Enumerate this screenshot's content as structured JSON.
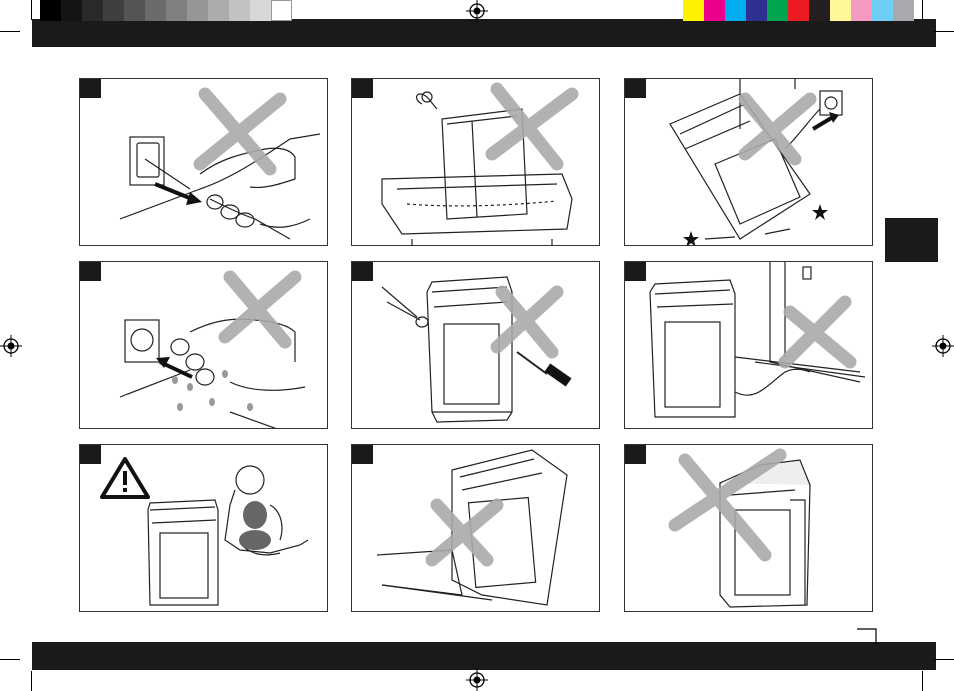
{
  "color_bar": {
    "grays": [
      "#000000",
      "#141414",
      "#2a2a2a",
      "#3f3f3f",
      "#555555",
      "#6b6b6b",
      "#808080",
      "#969696",
      "#acacac",
      "#c2c2c2",
      "#d8d8d8",
      "#ffffff"
    ],
    "process": [
      "#fff200",
      "#ec008c",
      "#00aeef",
      "#2e3192",
      "#00a651",
      "#ed1c24",
      "#231f20",
      "#fff799",
      "#f49ac1",
      "#6dcff6",
      "#a7a9ac"
    ]
  },
  "page": {
    "page_number": "",
    "tab_color": "#1a1a1a"
  },
  "panels": [
    {
      "name": "panel-unplug-by-cord",
      "crossed": true
    },
    {
      "name": "panel-no-water-immersion",
      "crossed": true
    },
    {
      "name": "panel-no-tilt-while-plugged",
      "crossed": true
    },
    {
      "name": "panel-no-wet-hands-plug",
      "crossed": true
    },
    {
      "name": "panel-no-tools-disassembly",
      "crossed": true
    },
    {
      "name": "panel-no-cord-under-door",
      "crossed": true
    },
    {
      "name": "panel-child-warning",
      "crossed": false
    },
    {
      "name": "panel-no-uneven-surface",
      "crossed": true
    },
    {
      "name": "panel-no-cover-unit",
      "crossed": true
    }
  ]
}
